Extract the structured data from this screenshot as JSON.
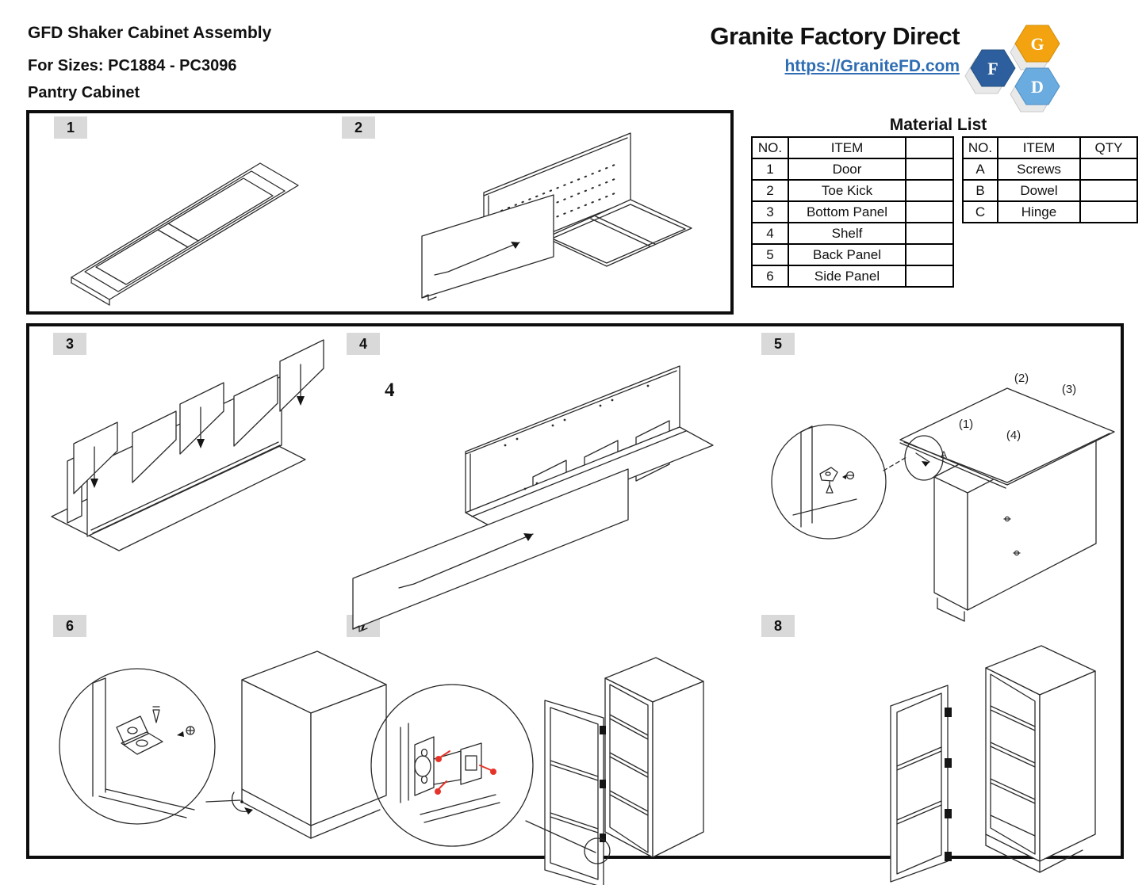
{
  "header": {
    "title": "GFD Shaker Cabinet Assembly",
    "sizes_line": "For Sizes: PC1884 - PC3096",
    "product_line": "Pantry Cabinet"
  },
  "brand": {
    "name": "Granite Factory Direct",
    "url": "https://GraniteFD.com",
    "link_color": "#2e6db4",
    "logo": {
      "letters": {
        "f": "F",
        "g": "G",
        "d": "D"
      },
      "colors": {
        "f": "#2d5f9e",
        "g": "#f2a30f",
        "d": "#6aace0",
        "shadow": "#d8d8d8"
      }
    }
  },
  "material_list": {
    "title": "Material List",
    "left_table": {
      "headers": [
        "NO.",
        "ITEM",
        ""
      ],
      "rows": [
        [
          "1",
          "Door",
          ""
        ],
        [
          "2",
          "Toe Kick",
          ""
        ],
        [
          "3",
          "Bottom Panel",
          ""
        ],
        [
          "4",
          "Shelf",
          ""
        ],
        [
          "5",
          "Back Panel",
          ""
        ],
        [
          "6",
          "Side Panel",
          ""
        ]
      ]
    },
    "right_table": {
      "headers": [
        "NO.",
        "ITEM",
        "QTY"
      ],
      "rows": [
        [
          "A",
          "Screws",
          ""
        ],
        [
          "B",
          "Dowel",
          ""
        ],
        [
          "C",
          "Hinge",
          ""
        ]
      ]
    }
  },
  "steps": {
    "s1": "1",
    "s2": "2",
    "s3": "3",
    "s4": "4",
    "s5": "5",
    "s6": "6",
    "s7": "7",
    "s8": "8"
  },
  "diagram_labels": {
    "step4_part": "4",
    "step5": {
      "p1": "(1)",
      "p2": "(2)",
      "p3": "(3)",
      "p4": "(4)",
      "corner": "A"
    }
  },
  "colors": {
    "badge_bg": "#d9d9d9",
    "line": "#2b2b2b",
    "accent_red": "#e63329",
    "frame_border": "#0d0d0d"
  }
}
